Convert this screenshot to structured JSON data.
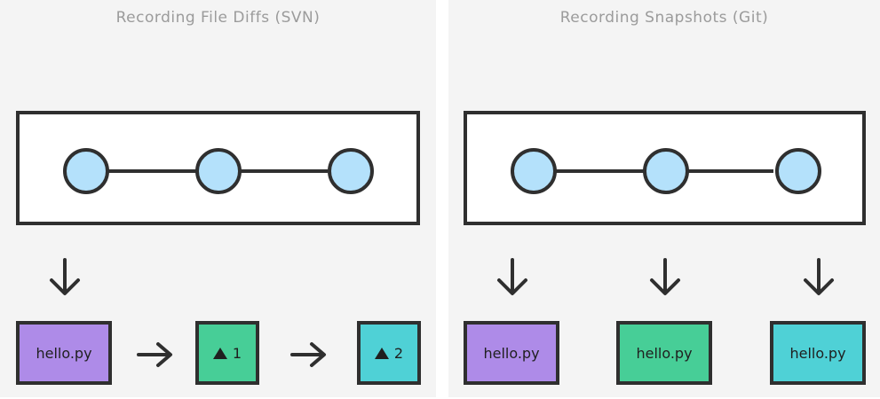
{
  "left_panel": {
    "title": "Recording File Diffs (SVN)",
    "files": [
      {
        "label": "hello.py",
        "color": "#ae8be8"
      },
      {
        "label": "1",
        "color": "#47ce97",
        "icon": "delta-triangle-icon"
      },
      {
        "label": "2",
        "color": "#4fd1d6",
        "icon": "delta-triangle-icon"
      }
    ]
  },
  "right_panel": {
    "title": "Recording Snapshots (Git)",
    "files": [
      {
        "label": "hello.py",
        "color": "#ae8be8"
      },
      {
        "label": "hello.py",
        "color": "#47ce97"
      },
      {
        "label": "hello.py",
        "color": "#4fd1d6"
      }
    ]
  },
  "colors": {
    "commit_fill": "#b4e1fb",
    "stroke": "#2f2f2f",
    "panel_bg": "#f4f4f4",
    "title": "#9b9b9b"
  }
}
